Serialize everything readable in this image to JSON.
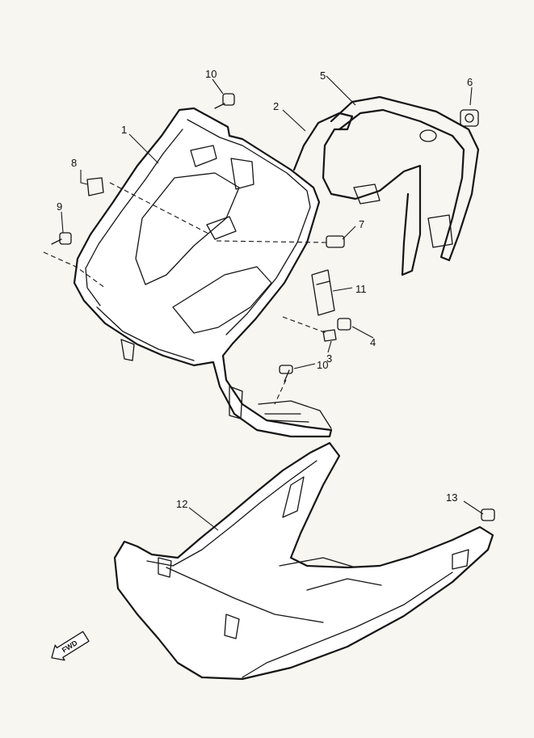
{
  "callouts": [
    {
      "id": "1",
      "text": "1"
    },
    {
      "id": "2",
      "text": "2"
    },
    {
      "id": "3",
      "text": "3"
    },
    {
      "id": "4",
      "text": "4"
    },
    {
      "id": "5",
      "text": "5"
    },
    {
      "id": "6",
      "text": "6"
    },
    {
      "id": "7",
      "text": "7"
    },
    {
      "id": "8",
      "text": "8"
    },
    {
      "id": "9",
      "text": "9"
    },
    {
      "id": "10a",
      "text": "10"
    },
    {
      "id": "10b",
      "text": "10"
    },
    {
      "id": "11",
      "text": "11"
    },
    {
      "id": "12",
      "text": "12"
    },
    {
      "id": "13",
      "text": "13"
    }
  ],
  "fwd": {
    "text": "FWD"
  }
}
